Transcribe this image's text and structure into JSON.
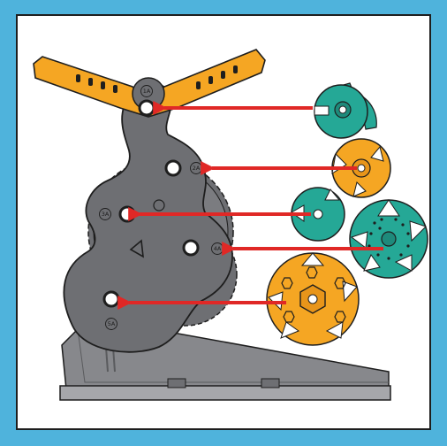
{
  "diagram": {
    "slots": [
      {
        "id": "1A",
        "label": "1A"
      },
      {
        "id": "2A",
        "label": "2A"
      },
      {
        "id": "3A",
        "label": "3A"
      },
      {
        "id": "4A",
        "label": "4A"
      },
      {
        "id": "5A",
        "label": "5A"
      }
    ]
  },
  "colors": {
    "background": "#4fb3dc",
    "panel": "#ffffff",
    "frame_plate": "#6e6f73",
    "frame_base": "#87888c",
    "arm": "#f5a623",
    "orange_gear": "#f5a623",
    "teal_gear": "#25a896",
    "arrow": "#e02826",
    "outline": "#1e1e1e"
  },
  "icons": [
    "arrow-right-icon",
    "gear-icon"
  ]
}
